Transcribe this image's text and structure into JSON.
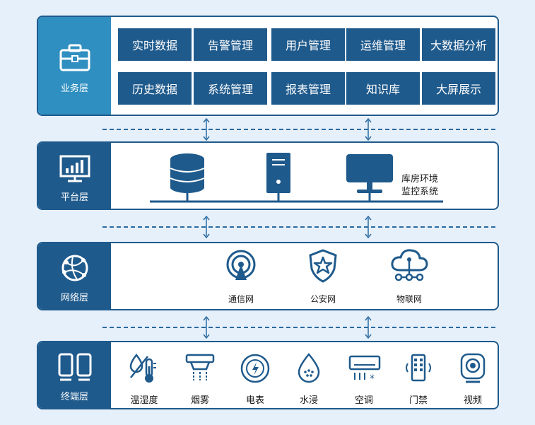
{
  "layers": {
    "business": {
      "label": "业务层",
      "row1": [
        "实时数据",
        "告警管理",
        "用户管理",
        "运维管理",
        "大数据分析"
      ],
      "row2": [
        "历史数据",
        "系统管理",
        "报表管理",
        "知识库",
        "大屏展示"
      ]
    },
    "platform": {
      "label": "平台层",
      "monitor_text_line1": "库房环境",
      "monitor_text_line2": "监控系统"
    },
    "network": {
      "label": "网络层",
      "nodes": [
        "通信网",
        "公安网",
        "物联网"
      ]
    },
    "terminal": {
      "label": "终端层",
      "devices": [
        "温湿度",
        "烟雾",
        "电表",
        "水浸",
        "空调",
        "门禁",
        "视频"
      ]
    }
  },
  "colors": {
    "primary": "#1f5a8c",
    "business_side": "#2f8fc0",
    "background": "#e6f0fa"
  }
}
